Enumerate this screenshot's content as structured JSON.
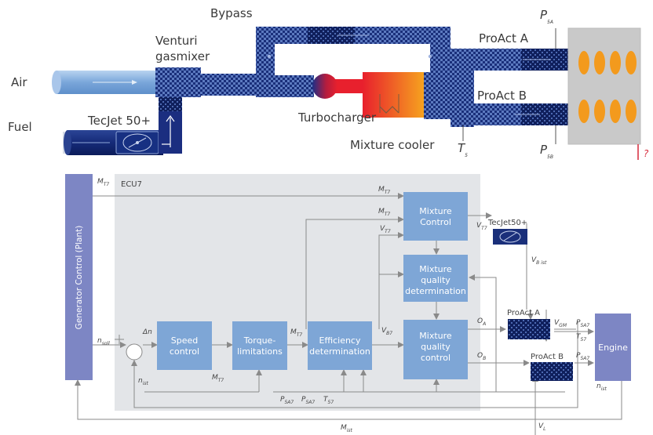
{
  "top": {
    "labels": {
      "air": "Air",
      "fuel": "Fuel",
      "tecjet": "TecJet 50+",
      "venturi_1": "Venturi",
      "venturi_2": "gasmixer",
      "bypass": "Bypass",
      "turbocharger": "Turbocharger",
      "mixture_cooler": "Mixture cooler",
      "proact_a": "ProAct A",
      "proact_b": "ProAct B",
      "p5a": "P",
      "p5a_sub": "5A",
      "p5b": "P",
      "p5b_sub": "5B",
      "t5": "T",
      "t5_sub": "5",
      "question": "?"
    }
  },
  "bottom": {
    "plant_label": "Generator Control (Plant)",
    "ecu_label": "ECU7",
    "blocks": {
      "speed_control": [
        "Speed",
        "control"
      ],
      "torque_limitations": [
        "Torque-",
        "limitations"
      ],
      "efficiency_determination": [
        "Efficiency",
        "determination"
      ],
      "mixture_control": [
        "Mixture",
        "Control"
      ],
      "mixture_quality_determination": [
        "Mixture",
        "quality",
        "determination"
      ],
      "mixture_quality_control": [
        "Mixture",
        "quality",
        "control"
      ],
      "engine": "Engine"
    },
    "actuators": {
      "tecjet": "TecJet50+",
      "proact_a": "ProAct A",
      "proact_b": "ProAct B"
    },
    "signals": {
      "m_t7_top": {
        "main": "M",
        "sub": "T7"
      },
      "m_t7_line": {
        "main": "M",
        "sub": "T7"
      },
      "m_t7_mix": {
        "main": "M",
        "sub": "T7"
      },
      "v_t7_mix": {
        "main": "V",
        "sub": "T7"
      },
      "v_b7": {
        "main": "V",
        "sub": "B7"
      },
      "m_t7_torque": {
        "main": "M",
        "sub": "T7"
      },
      "m_t7_speed": {
        "main": "M",
        "sub": "T7"
      },
      "v_t7_tecjet": {
        "main": "V",
        "sub": "T7"
      },
      "v_bist": {
        "main": "V",
        "sub": "B ist"
      },
      "o_a": {
        "main": "O",
        "sub": "A"
      },
      "o_b": {
        "main": "O",
        "sub": "B"
      },
      "v_gm": {
        "main": "V",
        "sub": "GM"
      },
      "p_5a7_a": {
        "main": "P",
        "sub": "5A7"
      },
      "t_57_a": {
        "main": "T",
        "sub": "57"
      },
      "p_5a7_b": {
        "main": "P",
        "sub": "5A7"
      },
      "n_soll": {
        "main": "n",
        "sub": "soll"
      },
      "delta_n": {
        "main": "Δn",
        "sub": ""
      },
      "n_ist": {
        "main": "n",
        "sub": "ist"
      },
      "n_ist_engine": {
        "main": "n",
        "sub": "ist"
      },
      "p_5a7_fb1": {
        "main": "P",
        "sub": "5A7"
      },
      "p_5a7_fb2": {
        "main": "P",
        "sub": "5A7"
      },
      "t_57_fb": {
        "main": "T",
        "sub": "57"
      },
      "m_ist": {
        "main": "M",
        "sub": "ist"
      },
      "v_l": {
        "main": "V",
        "sub": "L"
      }
    }
  },
  "colors": {
    "navy": "#1a2f7a",
    "light_blue": "#8fb4e0",
    "block_blue": "#7ea6d6",
    "plant_purple": "#7d86c4",
    "ecu_gray": "#e3e5e8",
    "line_gray": "#8a8a8a",
    "accent_red": "#d6293a",
    "orange": "#f39a1d"
  }
}
